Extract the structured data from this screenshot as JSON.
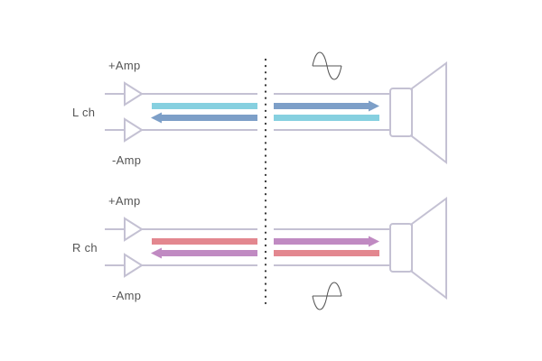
{
  "labels": {
    "left_plus_amp": "+Amp",
    "left_minus_amp": "-Amp",
    "left_channel": "L ch",
    "right_plus_amp": "+Amp",
    "right_minus_amp": "-Amp",
    "right_channel": "R ch"
  },
  "colors": {
    "wire": "#c4c1d3",
    "left_signal_light": "#86d0e0",
    "left_signal_dark": "#7d9fc8",
    "right_signal_red": "#e3878f",
    "right_signal_purple": "#c08ac2",
    "divider": "#333333",
    "text": "#555555"
  },
  "icons": [
    "amplifier-triangle-icon",
    "speaker-icon",
    "sine-wave-icon"
  ]
}
